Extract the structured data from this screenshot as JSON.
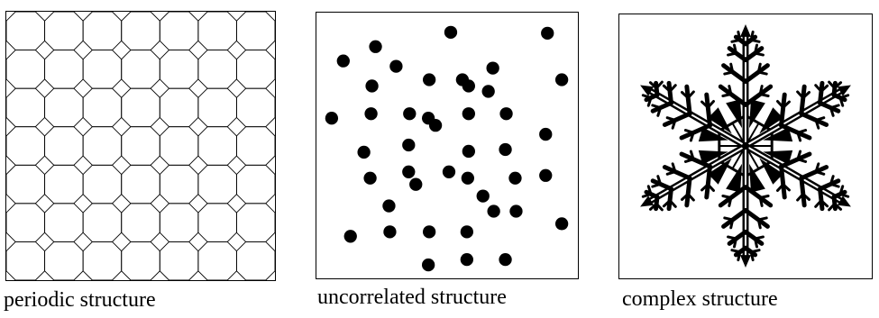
{
  "panels": [
    {
      "id": "periodic",
      "caption": "periodic structure"
    },
    {
      "id": "uncorrelated",
      "caption": "uncorrelated structure"
    },
    {
      "id": "complex",
      "caption": "complex structure"
    }
  ],
  "colors": {
    "ink": "#000000",
    "background": "#ffffff"
  }
}
